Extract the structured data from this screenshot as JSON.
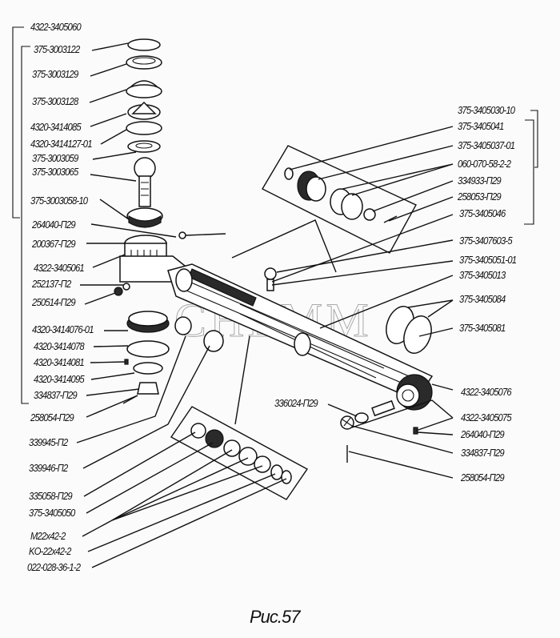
{
  "figure": {
    "caption": "Рис.57",
    "watermark": "CHEMM"
  },
  "labels_left": [
    {
      "id": "l1",
      "text": "4322-3405060"
    },
    {
      "id": "l2",
      "text": "375-3003122"
    },
    {
      "id": "l3",
      "text": "375-3003129"
    },
    {
      "id": "l4",
      "text": "375-3003128"
    },
    {
      "id": "l5",
      "text": "4320-3414085"
    },
    {
      "id": "l6",
      "text": "4320-3414127-01"
    },
    {
      "id": "l7",
      "text": "375-3003059"
    },
    {
      "id": "l8",
      "text": "375-3003065"
    },
    {
      "id": "l9",
      "text": "375-3003058-10"
    },
    {
      "id": "l10",
      "text": "264040-П29"
    },
    {
      "id": "l11",
      "text": "200367-П29"
    },
    {
      "id": "l12",
      "text": "4322-3405061"
    },
    {
      "id": "l13",
      "text": "252137-П2"
    },
    {
      "id": "l14",
      "text": "250514-П29"
    },
    {
      "id": "l15",
      "text": "4320-3414076-01"
    },
    {
      "id": "l16",
      "text": "4320-3414078"
    },
    {
      "id": "l17",
      "text": "4320-3414081"
    },
    {
      "id": "l18",
      "text": "4320-3414095"
    },
    {
      "id": "l19",
      "text": "334837-П29"
    },
    {
      "id": "l20",
      "text": "258054-П29"
    },
    {
      "id": "l21",
      "text": "339945-П2"
    },
    {
      "id": "l22",
      "text": "339946-П2"
    },
    {
      "id": "l23",
      "text": "335058-П29"
    },
    {
      "id": "l24",
      "text": "375-3405050"
    },
    {
      "id": "l25",
      "text": "M22x42-2"
    },
    {
      "id": "l26",
      "text": "KO-22x42-2"
    },
    {
      "id": "l27",
      "text": "022-028-36-1-2"
    }
  ],
  "labels_right": [
    {
      "id": "r1",
      "text": "375-3405030-10"
    },
    {
      "id": "r2",
      "text": "375-3405041"
    },
    {
      "id": "r3",
      "text": "375-3405037-01"
    },
    {
      "id": "r4",
      "text": "060-070-58-2-2"
    },
    {
      "id": "r5",
      "text": "334933-П29"
    },
    {
      "id": "r6",
      "text": "258053-П29"
    },
    {
      "id": "r7",
      "text": "375-3405046"
    },
    {
      "id": "r8",
      "text": "375-3407603-5"
    },
    {
      "id": "r9",
      "text": "375-3405051-01"
    },
    {
      "id": "r10",
      "text": "375-3405013"
    },
    {
      "id": "r11",
      "text": "375-3405084"
    },
    {
      "id": "r12",
      "text": "375-3405081"
    },
    {
      "id": "r13",
      "text": "4322-3405076"
    },
    {
      "id": "r14",
      "text": "4322-3405075"
    },
    {
      "id": "r15",
      "text": "264040-П29"
    },
    {
      "id": "r16",
      "text": "334837-П29"
    },
    {
      "id": "r17",
      "text": "258054-П29"
    },
    {
      "id": "r18",
      "text": "336024-П29"
    }
  ]
}
